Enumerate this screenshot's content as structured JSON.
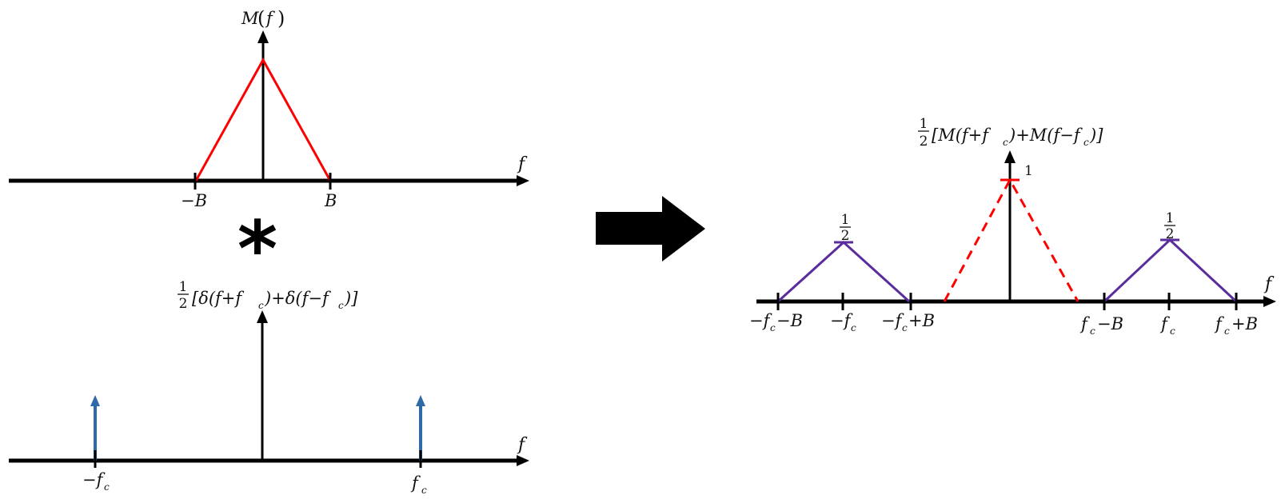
{
  "chart_data": [
    {
      "type": "line",
      "name": "message-spectrum",
      "title": "M(f)",
      "xlabel": "f",
      "ylabel": "M(f)",
      "x_ticks": [
        "-B",
        "B"
      ],
      "series": [
        {
          "name": "M(f)",
          "color": "#ff0000",
          "style": "solid",
          "x": [
            "-B",
            "0",
            "B"
          ],
          "y": [
            0,
            1,
            0
          ]
        }
      ]
    },
    {
      "type": "line",
      "name": "carrier-spectrum",
      "title": "1/2[δ(f+fc)+δ(f−fc)]",
      "xlabel": "f",
      "x_ticks": [
        "-fc",
        "fc"
      ],
      "series": [
        {
          "name": "impulses",
          "color": "#2e6aa8",
          "style": "impulse",
          "x": [
            "-fc",
            "fc"
          ],
          "y": [
            0.5,
            0.5
          ]
        }
      ]
    },
    {
      "type": "line",
      "name": "modulated-spectrum",
      "title": "1/2[M(f+fc)+M(f−fc)]",
      "xlabel": "f",
      "x_ticks": [
        "-fc-B",
        "-fc",
        "-fc+B",
        "fc-B",
        "fc",
        "fc+B"
      ],
      "y_marks": [
        "1/2",
        "1",
        "1/2"
      ],
      "series": [
        {
          "name": "original M(f)",
          "color": "#ff0000",
          "style": "dashed",
          "x": [
            "-B",
            "0",
            "B"
          ],
          "y": [
            0,
            1,
            0
          ]
        },
        {
          "name": "shifted left",
          "color": "#5b2d9c",
          "style": "solid",
          "x": [
            "-fc-B",
            "-fc",
            "-fc+B"
          ],
          "y": [
            0,
            0.5,
            0
          ]
        },
        {
          "name": "shifted right",
          "color": "#5b2d9c",
          "style": "solid",
          "x": [
            "fc-B",
            "fc",
            "fc+B"
          ],
          "y": [
            0,
            0.5,
            0
          ]
        }
      ]
    }
  ],
  "labels": {
    "top": {
      "ylabel_main": "M",
      "ylabel_paren_open": "(",
      "ylabel_var": "f",
      "ylabel_paren_close": ")",
      "axis_f": "f",
      "tick_neg_b": "−B",
      "tick_b": "B"
    },
    "convolution_symbol": "*",
    "bottom": {
      "frac_num": "1",
      "frac_den": "2",
      "expr_a": "[δ(f+f",
      "expr_b": ")+δ(f−f",
      "expr_c": ")]",
      "sub_c": "c",
      "axis_f": "f",
      "tick_neg_fc": "−f",
      "tick_fc": "f",
      "sub": "c"
    },
    "result": {
      "frac_num": "1",
      "frac_den": "2",
      "expr_a": "[M(f+f",
      "expr_b": ")+M(f−f",
      "expr_c": ")]",
      "sub_c": "c",
      "axis_f": "f",
      "peak_center": "1",
      "peak_left_num": "1",
      "peak_left_den": "2",
      "peak_right_num": "1",
      "peak_right_den": "2",
      "tick1": "−f",
      "tick1_suffix": "−B",
      "tick2": "−f",
      "tick3": "−f",
      "tick3_suffix": "+B",
      "tick4": "f",
      "tick4_suffix": "−B",
      "tick5": "f",
      "tick6": "f",
      "tick6_suffix": "+B",
      "sub": "c"
    }
  },
  "colors": {
    "axis": "#000000",
    "message": "#ff0000",
    "impulse": "#2e6aa8",
    "shifted": "#5b2d9c"
  }
}
